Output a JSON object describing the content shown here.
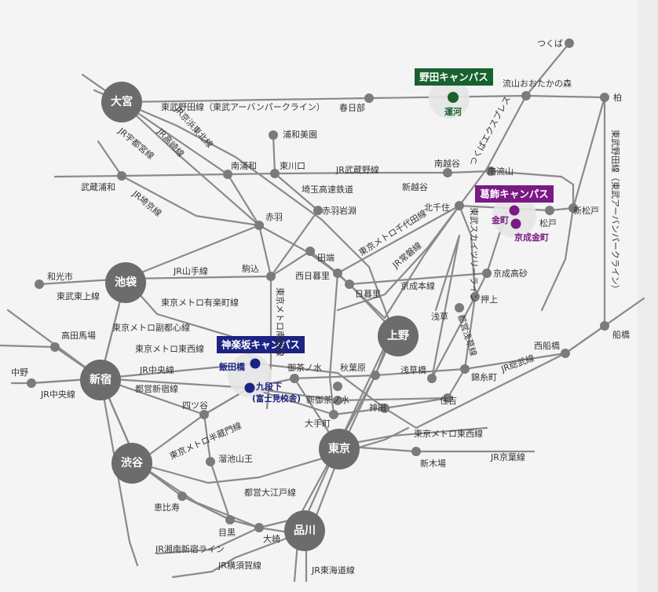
{
  "campuses": {
    "noda": {
      "name": "野田キャンパス",
      "station": "運河",
      "color": "#17622d"
    },
    "katsushika": {
      "name": "葛飾キャンパス",
      "station1": "金町",
      "station2": "京成金町",
      "color": "#7a1a84"
    },
    "kagurazaka": {
      "name": "神楽坂キャンパス",
      "station1": "飯田橋",
      "station2": "九段下",
      "station3": "(富士見校舎)",
      "color": "#1d2383"
    }
  },
  "hubs": {
    "omiya": "大宮",
    "ikebukuro": "池袋",
    "shinjuku": "新宿",
    "shibuya": "渋谷",
    "ueno": "上野",
    "tokyo": "東京",
    "shinagawa": "品川"
  },
  "stations": {
    "tsukuba": "つくば",
    "nagareyama": "流山おおたかの森",
    "kashiwa": "柏",
    "kasukabe": "春日部",
    "urawamisono": "浦和美園",
    "minamiurawa": "南浦和",
    "higashikawaguchi": "東川口",
    "minamikoshigaya": "南越谷",
    "minaminagareyama": "南流山",
    "shinkoshigaya": "新越谷",
    "musashiurawa": "武蔵浦和",
    "akabaneiwabuchi": "赤羽岩淵",
    "akabane": "赤羽",
    "kitasenju": "北千住",
    "matsudo": "松戸",
    "shinmatsudo": "新松戸",
    "wakoshi": "和光市",
    "komagome": "駒込",
    "tabata": "田端",
    "nishinippori": "西日暮里",
    "nippori": "日暮里",
    "keiseitakasago": "京成高砂",
    "oshiage": "押上",
    "asakusa": "浅草",
    "takadanobaba": "高田馬場",
    "nakano": "中野",
    "ochanomizu": "御茶ノ水",
    "akihabara": "秋葉原",
    "asakusabashi": "浅草橋",
    "kinshicho": "錦糸町",
    "nishifunabashi": "西船橋",
    "funabashi": "船橋",
    "yotsuya": "四ツ谷",
    "shinochanomizu": "新御茶ノ水",
    "kanda": "神田",
    "sumiyoshi": "住吉",
    "otemachi": "大手町",
    "shinkiba": "新木場",
    "tameikesanno": "溜池山王",
    "ebisu": "恵比寿",
    "meguro": "目黒",
    "osaki": "大崎"
  },
  "lines": {
    "tobunoda": "東武野田線（東武アーバンパークライン）",
    "tobunoda_vertical": "東武野田線（東武アーバンパークライン）",
    "keihintohoku": "JR京浜東北線",
    "takasaki": "JR高崎線",
    "utsunomiya": "JR宇都宮線",
    "saikyo": "JR埼京線",
    "musashino": "JR武蔵野線",
    "saitamakosoku": "埼玉高速鉄道",
    "tsukubaex": "つくばエクスプレス",
    "chiyoda": "東京メトロ千代田線",
    "joban": "JR常磐線",
    "skytree": "東武スカイツリーライン",
    "keiseihonsen": "京成本線",
    "yamanote": "JR山手線",
    "tobutojo": "東武東上線",
    "yurakucho": "東京メトロ有楽町線",
    "nanboku": "東京メトロ南北線",
    "fukutoshin": "東京メトロ副都心線",
    "tozai_top": "東京メトロ東西線",
    "chuo": "JR中央線",
    "toeishinjuku": "都営新宿線",
    "chuosobu": "JR中央線",
    "hanzomon": "東京メトロ半蔵門線",
    "toeiasakusa": "都営浅草線",
    "sobu": "JR総武線",
    "tozai_bottom": "東京メトロ東西線",
    "keiyo": "JR京葉線",
    "oedo": "都営大江戸線",
    "shonanshinjuku": "JR湘南新宿ライン",
    "yokosuka": "JR横須賀線",
    "tokaido": "JR東海道線"
  }
}
